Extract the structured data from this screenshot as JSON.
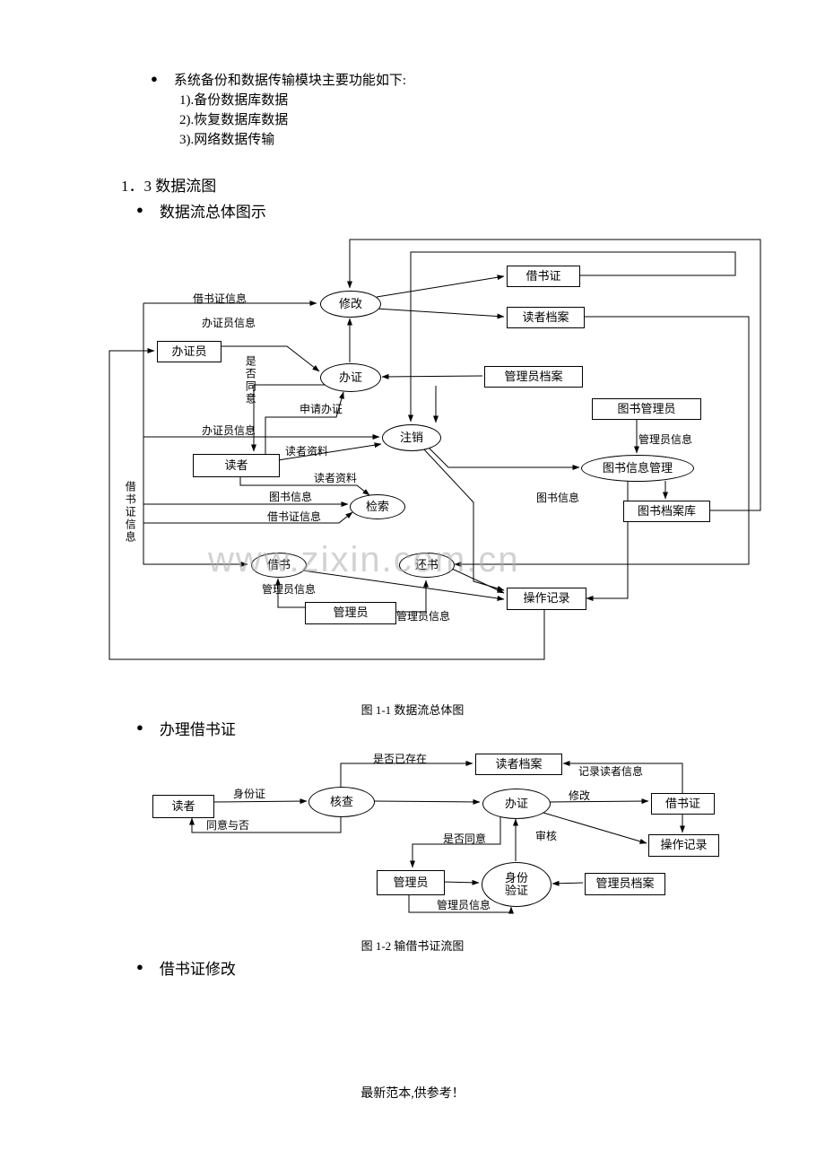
{
  "page": {
    "bullet_char": "●",
    "watermark": "www.zixin.com.cn",
    "footer": "最新范本,供参考！"
  },
  "intro": {
    "bullet1": "系统备份和数据传输模块主要功能如下:",
    "item1": "1).备份数据库数据",
    "item2": "2).恢复数据库数据",
    "item3": "3).网络数据传输",
    "heading": "1．3  数据流图",
    "bullet2": "数据流总体图示",
    "bullet3": "办理借书证",
    "bullet4": "借书证修改"
  },
  "diagram1": {
    "caption": "图 1-1  数据流总体图",
    "nodes": {
      "card": "借书证",
      "reader_file": "读者档案",
      "clerk": "办证员",
      "admin_file": "管理员档案",
      "book_admin": "图书管理员",
      "book_file": "图书档案库",
      "reader": "读者",
      "admin": "管理员",
      "op_log": "操作记录",
      "modify": "修改",
      "register": "办证",
      "cancel": "注销",
      "search": "检索",
      "borrow": "借书",
      "return": "还书",
      "book_info_mgmt": "图书信息管理"
    },
    "labels": {
      "card_info_1": "借书证信息",
      "clerk_info_1": "办证员信息",
      "agree": "是否同意",
      "apply": "申请办证",
      "clerk_info_2": "办证员信息",
      "reader_data_1": "读者资料",
      "reader_data_2": "读者资料",
      "book_info_1": "图书信息",
      "card_info_2": "借书证信息",
      "admin_info_1": "管理员信息",
      "book_info_2": "图书信息",
      "admin_info_2": "管理员信息",
      "admin_info_3": "管理员信息",
      "card_info_v": "借书证信息"
    }
  },
  "diagram2": {
    "caption": "图 1-2  输借书证流图",
    "nodes": {
      "reader_file": "读者档案",
      "reader": "读者",
      "check": "核查",
      "register": "办证",
      "card": "借书证",
      "op_log": "操作记录",
      "admin": "管理员",
      "id_verify": "身份验证",
      "admin_file": "管理员档案"
    },
    "labels": {
      "exists": "是否已存在",
      "record_reader": "记录读者信息",
      "id_card": "身份证",
      "modify": "修改",
      "agree_or_not": "同意与否",
      "agree": "是否同意",
      "review": "审核",
      "admin_info": "管理员信息"
    }
  }
}
